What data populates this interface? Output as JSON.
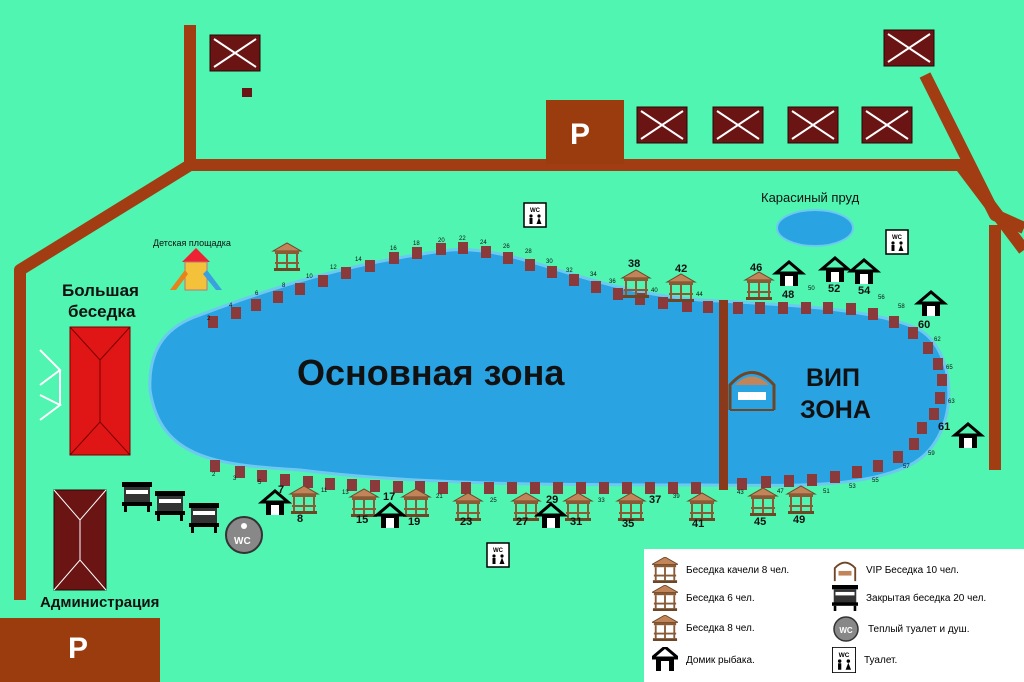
{
  "map": {
    "main_zone": "Основная зона",
    "vip_zone_line1": "ВИП",
    "vip_zone_line2": "ЗОНА",
    "big_gazebo_line1": "Большая",
    "big_gazebo_line2": "беседка",
    "administration": "Администрация",
    "playground": "Детская площадка",
    "crucian_pond": "Карасиный пруд",
    "parking": "P",
    "wc": "WC"
  },
  "spots_top": [
    "2",
    "4",
    "6",
    "8",
    "10",
    "12",
    "14",
    "16",
    "18",
    "20",
    "22",
    "24",
    "26",
    "28",
    "30",
    "32",
    "34",
    "36",
    "38",
    "40",
    "42",
    "44",
    "46",
    "48",
    "50",
    "52",
    "54",
    "56",
    "58",
    "60",
    "62",
    "65",
    "63",
    "61"
  ],
  "spots_bottom": [
    "2",
    "3",
    "5",
    "7",
    "8",
    "11",
    "13",
    "15",
    "17",
    "19",
    "21",
    "23",
    "25",
    "27",
    "29",
    "31",
    "33",
    "35",
    "37",
    "39",
    "41",
    "43",
    "45",
    "47",
    "49",
    "51",
    "53",
    "55",
    "57",
    "59"
  ],
  "legend": {
    "swing_gazebo": "Беседка качели 8 чел.",
    "gazebo6": "Беседка  6 чел.",
    "gazebo8": "Беседка  8 чел.",
    "fisher_house": "Домик рыбака.",
    "vip_gazebo": "VIP Беседка 10 чел.",
    "closed_gazebo": "Закрытая беседка 20 чел.",
    "warm_toilet": "Теплый туалет и душ.",
    "toilet": "Туалет.",
    "wc_icon_text": "WC"
  },
  "colors": {
    "grass": "#4ff5b0",
    "road": "#a13c13",
    "lake": "#2aa3e3",
    "building": "#6b1414",
    "big_gazebo": "#e01515",
    "parking": "#9a3c0e"
  }
}
